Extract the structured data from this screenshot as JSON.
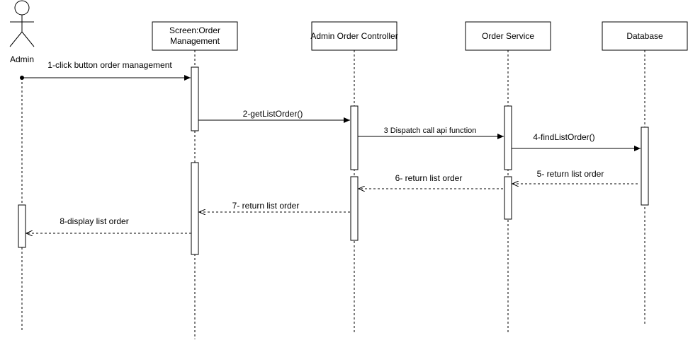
{
  "actor": {
    "label": "Admin"
  },
  "participants": [
    {
      "id": "screen",
      "lines": [
        "Screen:Order",
        "Management"
      ]
    },
    {
      "id": "controller",
      "lines": [
        "Admin Order Controller"
      ]
    },
    {
      "id": "service",
      "lines": [
        "Order Service"
      ]
    },
    {
      "id": "database",
      "lines": [
        "Database"
      ]
    }
  ],
  "messages": [
    {
      "label": "1-click button order management",
      "type": "sync"
    },
    {
      "label": "2-getListOrder()",
      "type": "sync"
    },
    {
      "label": "3 Dispatch call api function",
      "type": "sync"
    },
    {
      "label": "4-findListOrder()",
      "type": "sync"
    },
    {
      "label": "5- return list order",
      "type": "return"
    },
    {
      "label": "6- return list order",
      "type": "return"
    },
    {
      "label": "7- return list order",
      "type": "return"
    },
    {
      "label": "8-display list order",
      "type": "return"
    }
  ]
}
